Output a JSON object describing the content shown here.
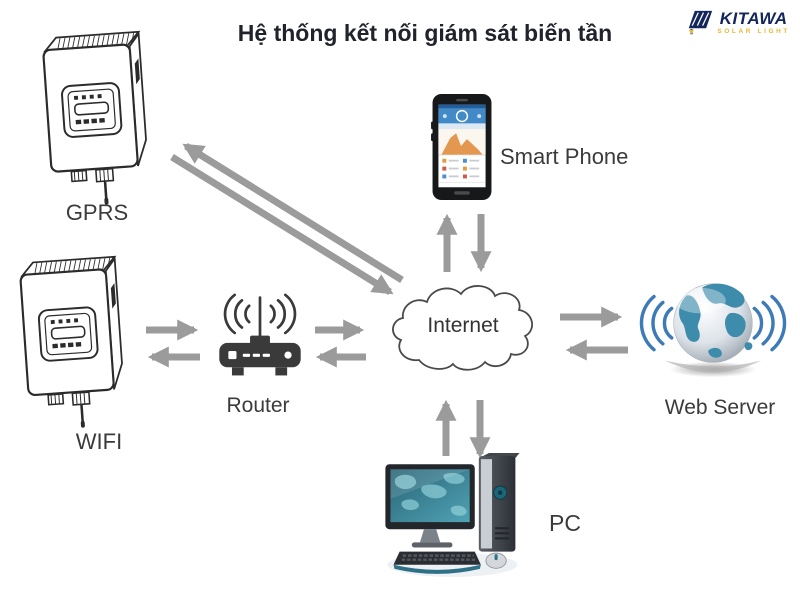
{
  "title": "Hệ thống kết nối giám sát biến tần",
  "logo": {
    "name": "KITAWA",
    "tagline": "SOLAR LIGHT"
  },
  "nodes": {
    "gprs": {
      "label": "GPRS",
      "icon": "inverter-with-gprs-antenna-icon"
    },
    "wifi": {
      "label": "WIFI",
      "icon": "inverter-with-wifi-antenna-icon"
    },
    "router": {
      "label": "Router",
      "icon": "wireless-router-icon"
    },
    "internet": {
      "label": "Internet",
      "icon": "cloud-icon"
    },
    "smartphone": {
      "label": "Smart Phone",
      "icon": "smartphone-monitoring-app-icon"
    },
    "webserver": {
      "label": "Web Server",
      "icon": "globe-with-signal-waves-icon"
    },
    "pc": {
      "label": "PC",
      "icon": "desktop-computer-icon"
    }
  },
  "connections": [
    {
      "from": "GPRS",
      "to": "Internet",
      "bidirectional": true
    },
    {
      "from": "WIFI",
      "to": "Router",
      "bidirectional": true
    },
    {
      "from": "Router",
      "to": "Internet",
      "bidirectional": true
    },
    {
      "from": "Internet",
      "to": "Smart Phone",
      "bidirectional": true
    },
    {
      "from": "Internet",
      "to": "Web Server",
      "bidirectional": true
    },
    {
      "from": "Internet",
      "to": "PC",
      "bidirectional": true
    }
  ],
  "colors": {
    "background": "#ffffff",
    "title_text": "#20222c",
    "label_text": "#3b3b3b",
    "arrow_gray": "#9b9b9b",
    "router_dark": "#3a3a3a",
    "logo_navy": "#13265c",
    "logo_gold": "#e8b832",
    "globe_teal": "#3e8cab",
    "signal_blue": "#3c7ab8"
  }
}
